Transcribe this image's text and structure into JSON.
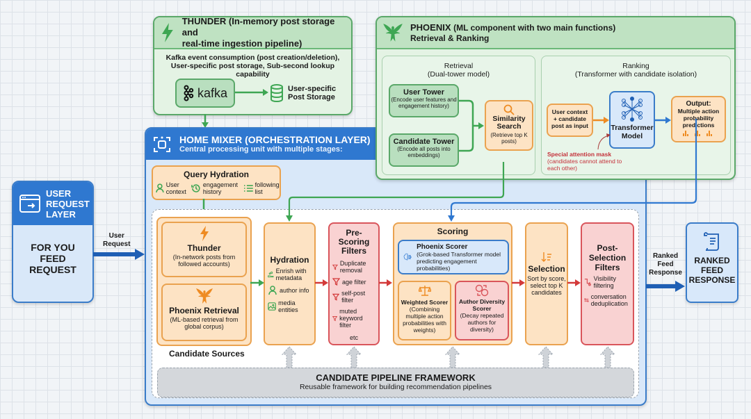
{
  "thunder": {
    "title": "THUNDER (In-memory post storage and",
    "title2": "real-time ingestion pipeline)",
    "desc1": "Kafka event consumption (post creation/deletion),",
    "desc2": "User-specific post storage, Sub-second lookup capability",
    "kafka_label": "kafka",
    "storage1": "User-specific",
    "storage2": "Post Storage"
  },
  "phoenix": {
    "title": "PHOENIX",
    "title_rest": "(ML component with two main functions)",
    "subtitle": "Retrieval & Ranking",
    "retrieval": {
      "title": "Retrieval",
      "subtitle": "(Dual-tower model)",
      "user_tower": "User Tower",
      "user_tower_desc": "(Encode user features and engagement history)",
      "candidate_tower": "Candidate Tower",
      "candidate_tower_desc": "(Encode all posts into embeddings)",
      "similarity": "Similarity Search",
      "similarity_desc": "(Retrieve top K posts)"
    },
    "ranking": {
      "title": "Ranking",
      "subtitle": "(Transformer with candidate isolation)",
      "input": "User context + candidate post as input",
      "model": "Transformer Model",
      "output_title": "Output:",
      "output_desc": "Multiple action probability predictions",
      "mask_title": "Special attention mask",
      "mask_desc": "(candidates cannot attend to each other)"
    }
  },
  "user_request": {
    "title1": "USER",
    "title2": "REQUEST",
    "title3": "LAYER",
    "body": "FOR YOU FEED REQUEST",
    "arrow_label1": "User",
    "arrow_label2": "Request"
  },
  "home_mixer": {
    "title": "HOME MIXER (ORCHESTRATION LAYER)",
    "subtitle": "Central processing unit with multiple stages:",
    "query_hydration": {
      "title": "Query Hydration",
      "items": [
        "User context",
        "engagement history",
        "following list"
      ]
    },
    "candidate_sources": {
      "label": "Candidate Sources",
      "thunder_title": "Thunder",
      "thunder_desc": "(In-network posts from followed accounts)",
      "phoenix_title": "Phoenix Retrieval",
      "phoenix_desc": "(ML-based retrieval from global corpus)"
    },
    "hydration": {
      "title": "Hydration",
      "items": [
        "Enrish with metadata",
        "author info",
        "media entities"
      ]
    },
    "prescoring": {
      "title": "Pre-Scoring Filters",
      "items": [
        "Duplicate removal",
        "age filter",
        "self-post filter",
        "muted keyword filter"
      ],
      "etc": "etc"
    },
    "scoring": {
      "title": "Scoring",
      "phoenix_scorer": "Phoenix Scorer",
      "phoenix_scorer_desc": "(Grok-based Transformer model predicting engagement probabilities)",
      "weighted": "Weighted Scorer",
      "weighted_desc": "(Combining multiple action probabilities with weights)",
      "diversity": "Author Diversity Scorer",
      "diversity_desc": "(Decay repeated authors for diversity)"
    },
    "selection": {
      "title": "Selection",
      "desc": "Sort by score, select top K candidates"
    },
    "post_selection": {
      "title": "Post-Selection Filters",
      "items": [
        "Visibility filtering",
        "conversation deduplication"
      ]
    },
    "framework": {
      "title": "CANDIDATE PIPELINE FRAMEWORK",
      "desc": "Reusable framework for building recommendation pipelines"
    }
  },
  "response": {
    "arrow_label": "Ranked Feed Response",
    "body": "RANKED FEED RESPONSE"
  },
  "colors": {
    "green": "#5aa869",
    "blue": "#2f78d0",
    "orange": "#eaa24f",
    "red": "#d9555b"
  }
}
